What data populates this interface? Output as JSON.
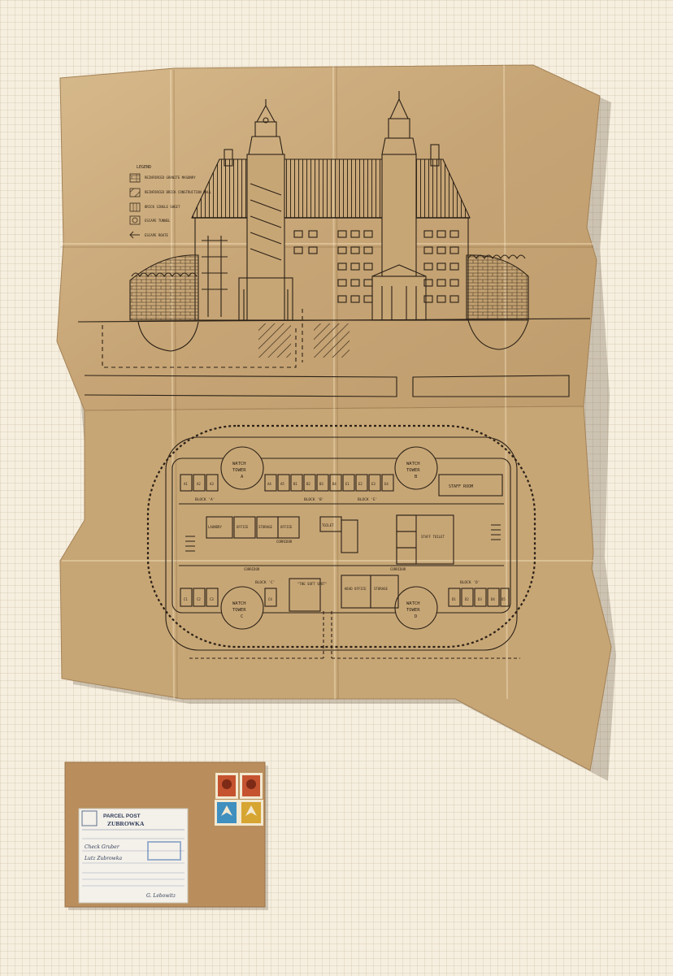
{
  "colors": {
    "background": "#f6efdf",
    "grid": "#d9cbb0",
    "paper": "#c9a87a",
    "paper_dark": "#b08e60",
    "ink": "#2b2116",
    "envelope": "#b98e5c",
    "label": "#f4f1ea",
    "stamp_red": "#c5532f",
    "stamp_blue": "#3f8fbf",
    "stamp_yellow": "#d7a531"
  },
  "map": {
    "legend": {
      "heading": "LEGEND",
      "items": [
        "REINFORCED GRANITE MASONRY",
        "REINFORCED BRICK CONSTRUCTION WALL",
        "BRICK SINGLE SHEET",
        "ESCAPE TUNNEL",
        "ESCAPE ROUTE"
      ]
    },
    "towers": [
      {
        "line1": "WATCH",
        "line2": "TOWER",
        "line3": "A"
      },
      {
        "line1": "WATCH",
        "line2": "TOWER",
        "line3": "B"
      },
      {
        "line1": "WATCH",
        "line2": "TOWER",
        "line3": "C"
      },
      {
        "line1": "WATCH",
        "line2": "TOWER",
        "line3": "D"
      }
    ],
    "blocks": {
      "a": "BLOCK 'A'",
      "b": "BLOCK 'B'",
      "c": "BLOCK 'C'",
      "d": "BLOCK 'D'",
      "e": "BLOCK 'E'"
    },
    "cells": {
      "block_a": [
        "A1",
        "A2",
        "A3"
      ],
      "block_b": [
        "A4",
        "A5",
        "B1",
        "B2",
        "B3",
        "B4",
        "E1",
        "E2",
        "E3",
        "E4"
      ],
      "block_c": [
        "C1",
        "C2",
        "C3",
        "C4"
      ],
      "block_d": [
        "D1",
        "D2",
        "D3",
        "D4",
        "D5"
      ]
    },
    "rooms": {
      "staff_room": "STAFF ROOM",
      "laundry": "LAUNDRY",
      "office": "OFFICE",
      "storage": "STORAGE",
      "office2": "OFFICE",
      "corridor": "CORRIDOR",
      "toilet": "TOILET",
      "staff_toilet": "STAFF TOILET",
      "corridor2": "CORRIDOR",
      "soft_spot": "\"THE SOFT SPOT\"",
      "head_office": "HEAD OFFICE",
      "storage2": "STORAGE",
      "corridor3": "CORRIDOR"
    }
  },
  "envelope": {
    "label_title": "PARCEL POST",
    "label_subtitle": "ZUBROWKA",
    "handwriting_line1": "Check Gruber",
    "handwriting_line2": "Lutz Zubrowka",
    "signature": "G. Lebowitz"
  }
}
